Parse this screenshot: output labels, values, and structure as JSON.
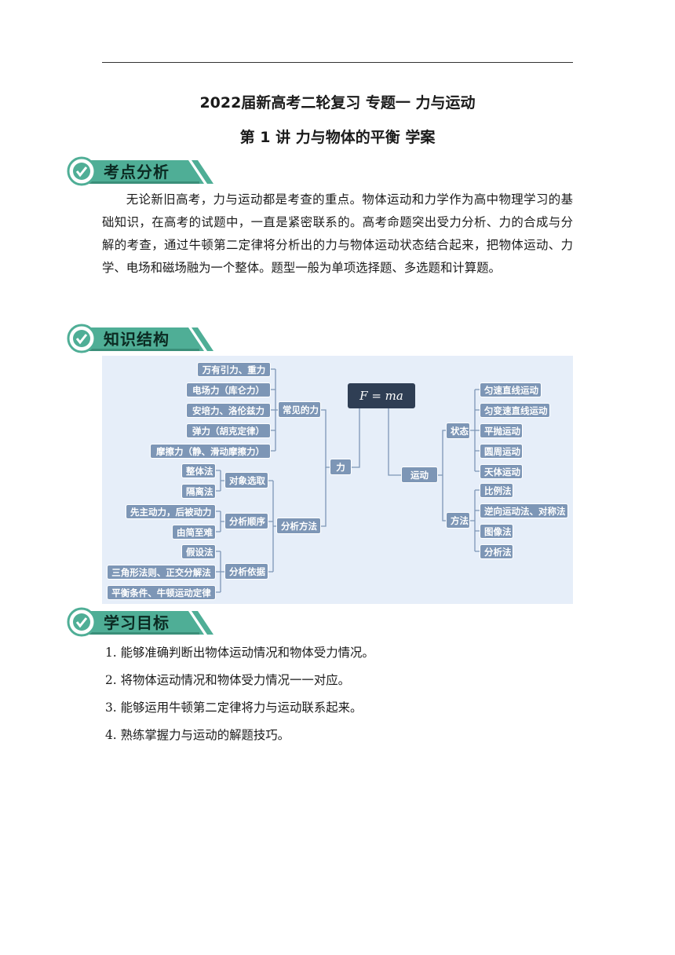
{
  "header": {
    "title_line1": "2022届新高考二轮复习  专题一  力与运动",
    "title_line2": "第 1 讲  力与物体的平衡  学案"
  },
  "sections": {
    "kaodian": {
      "label": "考点分析",
      "icon": "check-circle-icon"
    },
    "zhishi": {
      "label": "知识结构",
      "icon": "check-circle-icon"
    },
    "xuexi": {
      "label": "学习目标",
      "icon": "check-circle-icon"
    }
  },
  "analysis_text": "无论新旧高考，力与运动都是考查的重点。物体运动和力学作为高中物理学习的基础知识，在高考的试题中，一直是紧密联系的。高考命题突出受力分析、力的合成与分解的考查，通过牛顿第二定律将分析出的力与物体运动状态结合起来，把物体运动、力学、电场和磁场融为一个整体。题型一般为单项选择题、多选题和计算题。",
  "mindmap": {
    "center": "F = ma",
    "force": "力",
    "motion": "运动",
    "common_forces": "常见的力",
    "forces": [
      "万有引力、重力",
      "电场力（库仑力）",
      "安培力、洛伦兹力",
      "弹力（胡克定律）",
      "摩擦力（静、滑动摩擦力）"
    ],
    "analysis_method": "分析方法",
    "object_selection": "对象选取",
    "object_items": [
      "整体法",
      "隔离法"
    ],
    "analysis_order": "分析顺序",
    "order_items": [
      "先主动力，后被动力",
      "由简至难"
    ],
    "analysis_basis": "分析依据",
    "basis_items": [
      "假设法",
      "三角形法则、正交分解法",
      "平衡条件、牛顿运动定律"
    ],
    "state": "状态",
    "state_items": [
      "匀速直线运动",
      "匀变速直线运动",
      "平抛运动",
      "圆周运动",
      "天体运动"
    ],
    "method": "方法",
    "method_items": [
      "比例法",
      "逆向运动法、对称法",
      "图像法",
      "分析法"
    ]
  },
  "goals": [
    "1.  能够准确判断出物体运动情况和物体受力情况。",
    "2.  将物体运动情况和物体受力情况一一对应。",
    "3.  能够运用牛顿第二定律将力与运动联系起来。",
    "4.  熟练掌握力与运动的解题技巧。"
  ],
  "colors": {
    "banner": "#4fae96",
    "node": "#7d96b6",
    "center": "#2f3e54",
    "mindmap_bg": "#e6eef9"
  }
}
